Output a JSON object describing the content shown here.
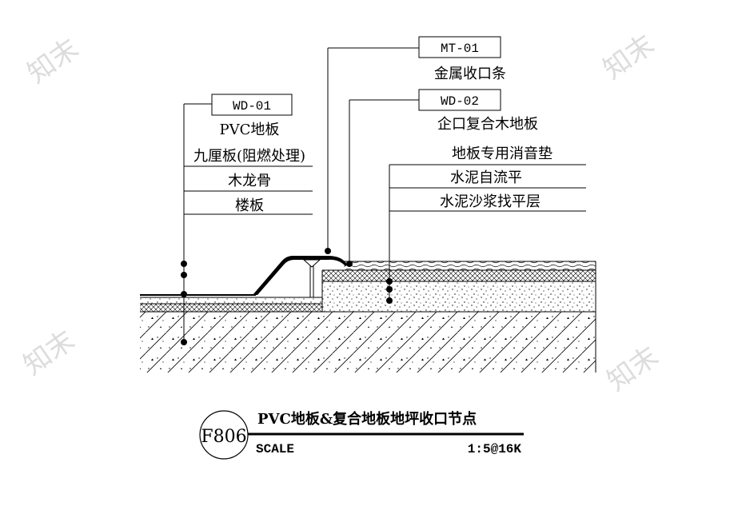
{
  "watermark": "知末",
  "tags": {
    "left": "WD-01",
    "top_right": "MT-01",
    "mid_right": "WD-02"
  },
  "left_callouts": [
    "PVC地板",
    "九厘板(阻燃处理)",
    "木龙骨",
    "楼板"
  ],
  "right_callouts": {
    "metal_strip": "金属收口条",
    "items": [
      "企口复合木地板",
      "地板专用消音垫",
      "水泥自流平",
      "水泥沙浆找平层"
    ]
  },
  "title_block": {
    "badge": "F806",
    "title": "PVC地板&复合地板地坪收口节点",
    "scale_label": "SCALE",
    "scale_value": "1:5@16K"
  },
  "colors": {
    "line": "#000000",
    "watermark": "#d9d9d9"
  }
}
